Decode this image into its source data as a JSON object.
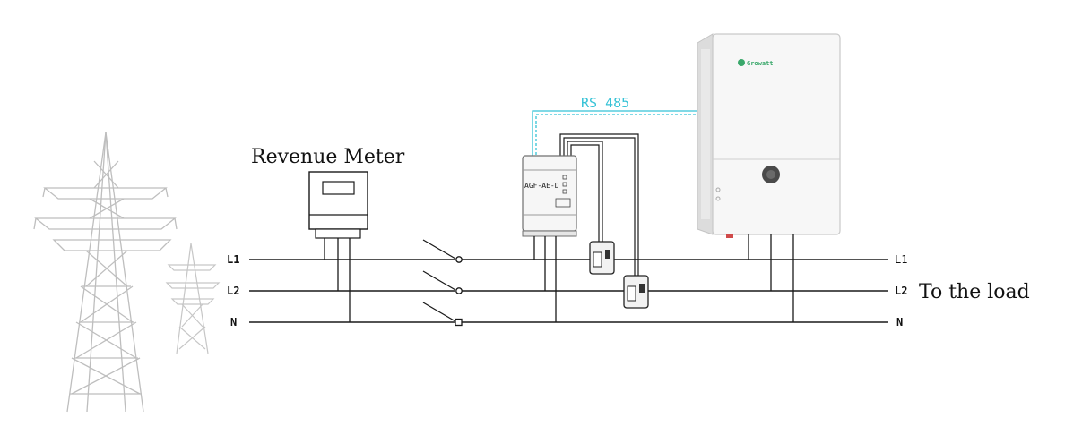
{
  "labels": {
    "revenue_meter": "Revenue Meter",
    "rs485": "RS 485",
    "to_the_load": "To the load",
    "meter_model": "AGF-AE-D",
    "brand": "Growatt"
  },
  "lines": {
    "left": [
      "L1",
      "L2",
      "N"
    ],
    "right": [
      "L1",
      "L2",
      "N"
    ]
  },
  "colors": {
    "wire": "#1a1a1a",
    "rs485": "#35c2d6",
    "tower": "#b8b8b8",
    "device_body": "#f4f4f4",
    "device_edge": "#9a9a9a",
    "inverter_logo": "#3aa86b"
  }
}
